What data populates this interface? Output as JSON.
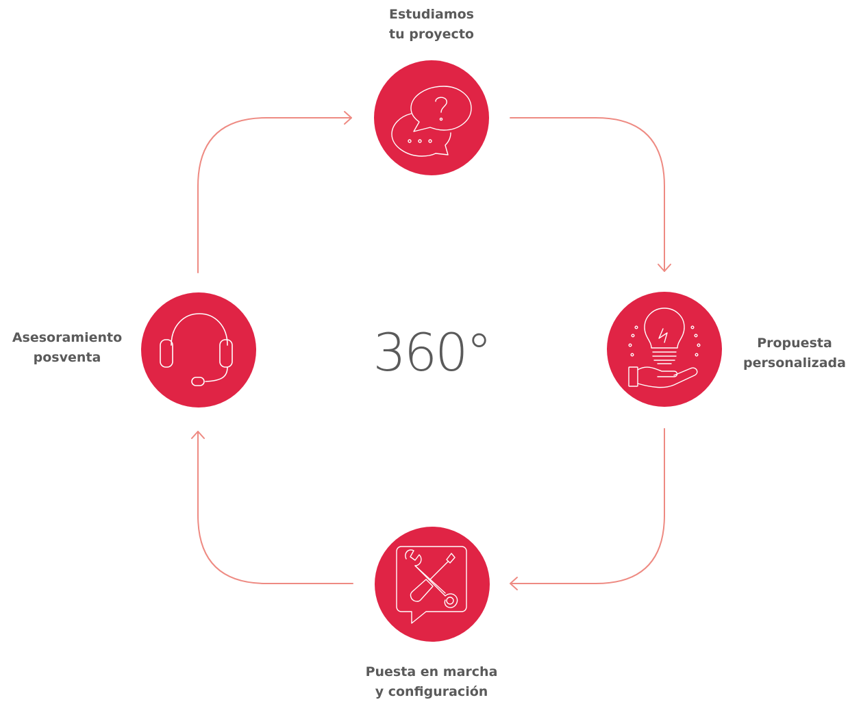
{
  "center_label": "360°",
  "colors": {
    "accent": "#e02445",
    "arrow": "#ee8a82",
    "text": "#5a5a5a"
  },
  "steps": [
    {
      "lines": [
        "Estudiamos",
        "tu proyecto"
      ],
      "icon": "speech-bubbles-question-icon"
    },
    {
      "lines": [
        "Propuesta",
        "personalizada"
      ],
      "icon": "lightbulb-hand-icon"
    },
    {
      "lines": [
        "Puesta en marcha",
        "y configuración"
      ],
      "icon": "wrench-screwdriver-icon"
    },
    {
      "lines": [
        "Asesoramiento",
        "posventa"
      ],
      "icon": "headset-icon"
    }
  ]
}
